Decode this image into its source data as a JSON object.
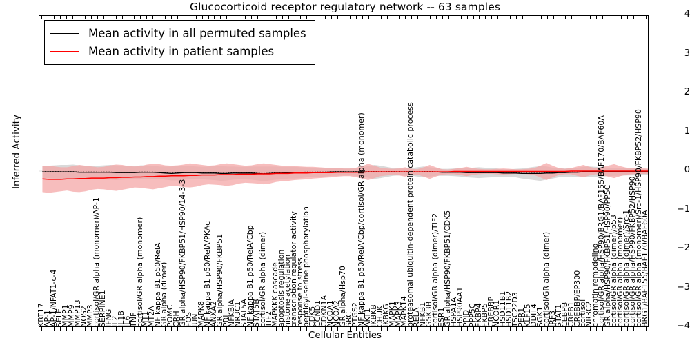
{
  "chart_data": {
    "type": "line",
    "title": "Glucocorticoid receptor regulatory network -- 63 samples",
    "xlabel": "Cellular Entities",
    "ylabel": "Inferred Activity",
    "ylim": [
      -4,
      4
    ],
    "yticks": [
      "4",
      "3",
      "2",
      "1",
      "0",
      "-1",
      "-2",
      "-3",
      "-4"
    ],
    "grid": false,
    "legend_position": "upper left",
    "legend": [
      {
        "label": "Mean activity in all permuted samples",
        "color": "#000000"
      },
      {
        "label": "Mean activity in patient samples",
        "color": "#ff0000"
      }
    ],
    "series": [
      {
        "name": "Mean activity in all permuted samples",
        "color": "#000000",
        "style": "dotted-with-solid-envelope",
        "band_color": "#cccccc",
        "values": [
          -0.02,
          -0.02,
          -0.02,
          -0.02,
          -0.02,
          -0.02,
          -0.03,
          -0.03,
          -0.03,
          -0.03,
          -0.03,
          -0.03,
          -0.04,
          -0.04,
          -0.04,
          -0.04,
          -0.03,
          -0.03,
          -0.03,
          -0.04,
          -0.05,
          -0.06,
          -0.05,
          -0.04,
          -0.04,
          -0.04,
          -0.05,
          -0.05,
          -0.05,
          -0.06,
          -0.06,
          -0.05,
          -0.05,
          -0.05,
          -0.05,
          -0.06,
          -0.07,
          -0.06,
          -0.05,
          -0.05,
          -0.04,
          -0.04,
          -0.04,
          -0.03,
          -0.03,
          -0.03,
          -0.03,
          -0.02,
          -0.02,
          -0.02,
          -0.02,
          -0.02,
          -0.02,
          -0.02,
          -0.02,
          -0.02,
          -0.02,
          -0.02,
          -0.02,
          -0.02,
          -0.02,
          -0.02,
          -0.02,
          -0.02,
          -0.02,
          -0.03,
          -0.03,
          -0.03,
          -0.03,
          -0.04,
          -0.04,
          -0.04,
          -0.04,
          -0.04,
          -0.04,
          -0.05,
          -0.05,
          -0.05,
          -0.06,
          -0.06,
          -0.06,
          -0.06,
          -0.05,
          -0.05,
          -0.04,
          -0.04,
          -0.03,
          -0.03,
          -0.02,
          -0.02,
          -0.02,
          -0.02,
          -0.02,
          -0.02,
          -0.02,
          -0.02,
          -0.02,
          -0.02,
          -0.02,
          -0.02
        ],
        "band_half_width": [
          0.16,
          0.16,
          0.17,
          0.18,
          0.18,
          0.19,
          0.18,
          0.17,
          0.17,
          0.17,
          0.18,
          0.19,
          0.19,
          0.18,
          0.17,
          0.17,
          0.18,
          0.18,
          0.17,
          0.16,
          0.17,
          0.18,
          0.19,
          0.18,
          0.17,
          0.16,
          0.16,
          0.17,
          0.18,
          0.19,
          0.18,
          0.17,
          0.16,
          0.16,
          0.17,
          0.18,
          0.19,
          0.18,
          0.17,
          0.16,
          0.15,
          0.15,
          0.14,
          0.13,
          0.12,
          0.12,
          0.11,
          0.1,
          0.1,
          0.09,
          0.09,
          0.1,
          0.12,
          0.15,
          0.18,
          0.16,
          0.13,
          0.1,
          0.09,
          0.09,
          0.1,
          0.12,
          0.14,
          0.12,
          0.1,
          0.09,
          0.09,
          0.1,
          0.11,
          0.12,
          0.13,
          0.14,
          0.13,
          0.12,
          0.11,
          0.1,
          0.1,
          0.11,
          0.13,
          0.15,
          0.17,
          0.19,
          0.17,
          0.14,
          0.12,
          0.11,
          0.11,
          0.12,
          0.13,
          0.14,
          0.13,
          0.12,
          0.11,
          0.1,
          0.1,
          0.09,
          0.09,
          0.09,
          0.08,
          0.08
        ]
      },
      {
        "name": "Mean activity in patient samples",
        "color": "#ff0000",
        "style": "solid-with-envelope",
        "band_color": "#f4a3a3",
        "values": [
          -0.2,
          -0.21,
          -0.21,
          -0.21,
          -0.2,
          -0.2,
          -0.19,
          -0.19,
          -0.18,
          -0.18,
          -0.18,
          -0.17,
          -0.17,
          -0.16,
          -0.16,
          -0.15,
          -0.15,
          -0.14,
          -0.14,
          -0.13,
          -0.13,
          -0.12,
          -0.12,
          -0.12,
          -0.11,
          -0.11,
          -0.1,
          -0.1,
          -0.1,
          -0.09,
          -0.09,
          -0.09,
          -0.08,
          -0.08,
          -0.08,
          -0.07,
          -0.07,
          -0.07,
          -0.06,
          -0.06,
          -0.06,
          -0.05,
          -0.05,
          -0.05,
          -0.04,
          -0.04,
          -0.04,
          -0.04,
          -0.03,
          -0.03,
          -0.03,
          -0.03,
          -0.03,
          -0.02,
          -0.02,
          -0.02,
          -0.02,
          -0.02,
          -0.02,
          -0.02,
          -0.02,
          -0.02,
          -0.02,
          -0.02,
          -0.02,
          -0.02,
          -0.02,
          -0.01,
          -0.01,
          -0.01,
          -0.01,
          -0.01,
          -0.01,
          -0.01,
          -0.01,
          -0.01,
          -0.01,
          -0.01,
          -0.01,
          -0.01,
          -0.01,
          -0.01,
          -0.01,
          -0.01,
          -0.01,
          -0.01,
          0.0,
          0.0,
          0.0,
          0.0,
          0.0,
          0.0,
          0.0,
          0.0,
          0.0,
          0.0,
          0.0,
          0.0,
          0.0,
          0.0
        ],
        "band_half_width": [
          0.34,
          0.35,
          0.33,
          0.31,
          0.3,
          0.33,
          0.35,
          0.33,
          0.3,
          0.28,
          0.29,
          0.32,
          0.34,
          0.32,
          0.29,
          0.27,
          0.28,
          0.31,
          0.33,
          0.31,
          0.28,
          0.26,
          0.27,
          0.29,
          0.31,
          0.29,
          0.26,
          0.24,
          0.25,
          0.27,
          0.29,
          0.27,
          0.24,
          0.22,
          0.23,
          0.25,
          0.27,
          0.25,
          0.22,
          0.2,
          0.19,
          0.18,
          0.17,
          0.16,
          0.15,
          0.14,
          0.13,
          0.12,
          0.11,
          0.1,
          0.1,
          0.12,
          0.16,
          0.21,
          0.16,
          0.11,
          0.09,
          0.08,
          0.09,
          0.12,
          0.08,
          0.07,
          0.12,
          0.18,
          0.12,
          0.07,
          0.06,
          0.07,
          0.09,
          0.12,
          0.09,
          0.07,
          0.06,
          0.06,
          0.07,
          0.08,
          0.07,
          0.06,
          0.06,
          0.07,
          0.09,
          0.15,
          0.22,
          0.15,
          0.09,
          0.07,
          0.08,
          0.12,
          0.16,
          0.11,
          0.08,
          0.1,
          0.14,
          0.18,
          0.13,
          0.09,
          0.08,
          0.07,
          0.07,
          0.06
        ]
      }
    ],
    "xtick_labels": [
      "KRT17",
      "AP-1",
      "AP-1/NFAT1-c-4",
      "SELE",
      "MMP1",
      "MMP9",
      "MMP13",
      "NOS2",
      "MMP3",
      "cortisol/GR alpha (monomer)/AP-1",
      "SERPINE1",
      "IFNG",
      "IL2",
      "IL1B",
      "IL6",
      "TNF",
      "cortisol/GR alpha (monomer)",
      "MT1",
      "MT2A",
      "NF kappa B1 p50/RelA",
      "GR alpha (dimer)",
      "POMC",
      "CRH",
      "GR alpha/HSP90/FKBP51/HSP90/14-3-3",
      "FOS",
      "JUN",
      "MAPK8",
      "NF kappa B1 p50/RelA/PKAc",
      "ANXA2",
      "GR alpha/HSP90/FKBP51",
      "PRL",
      "NFKBIA",
      "NR3C1",
      "STAT5A",
      "NF kappa B1 p50/RelA/Cbp",
      "STAT5B",
      "cortisol/GR alpha (dimer)",
      "TIF2",
      "MAPKKK cascade",
      "apoptosis regulation",
      "histone acetylation",
      "transcription regulator activity",
      "response to stress",
      "peptidyl-serine phosphorylation",
      "CDK5",
      "CCND1",
      "CDKN1A",
      "NCOA1",
      "NCOA2",
      "GR alpha/Hsp70",
      "SRC",
      "PTGS2",
      "NF kappa B1 p50/RelA/Cbp/cortisol/GR alpha (monomer)",
      "AKT1",
      "IKBKB",
      "CHUK",
      "IKBKG",
      "MAPK1",
      "MAPK3",
      "MAPK14",
      "proteasomal ubiquitin-dependent protein catabolic process",
      "RELA",
      "NFKB1",
      "GSK3B",
      "cortisol/GR alpha (dimer)/TIF2",
      "ESR1",
      "GR alpha/HSP90/FKBP51/CDK5",
      "HSPA1A",
      "HSP90AA1",
      "PPID",
      "PPP5C",
      "FKBP4",
      "FKBP5",
      "CREBBP",
      "NCOR1",
      "HSD11B1",
      "HSD11B2",
      "TSC22D3",
      "PER1",
      "KLF15",
      "DDIT4",
      "SGK1",
      "cortisol/GR alpha (dimer)",
      "IRF3",
      "STAT1",
      "CEBPB",
      "CREB1",
      "CREBBP/EP300",
      "cortisol",
      "NR3C2",
      "chromatin remodeling",
      "cortisol/GR alpha/HSP90/BRG1/BAF155/BAF170/BAF60A",
      "GR alpha/HSP90/FKBP51/HSP90/PP5C",
      "cortisol/GR alpha (dimer)/p53",
      "cortisol/GR alpha (monomer)",
      "cortisol/GR alpha (dimer)/Src-1",
      "cortisol/GR alpha/HSP90/FKBP52/HSP90",
      "cortisol/GR alpha (monomer)/Src-1/HSP90/FKBP52/HSP90",
      "BRG1/BAF155/BAF170/BAF60A"
    ]
  }
}
